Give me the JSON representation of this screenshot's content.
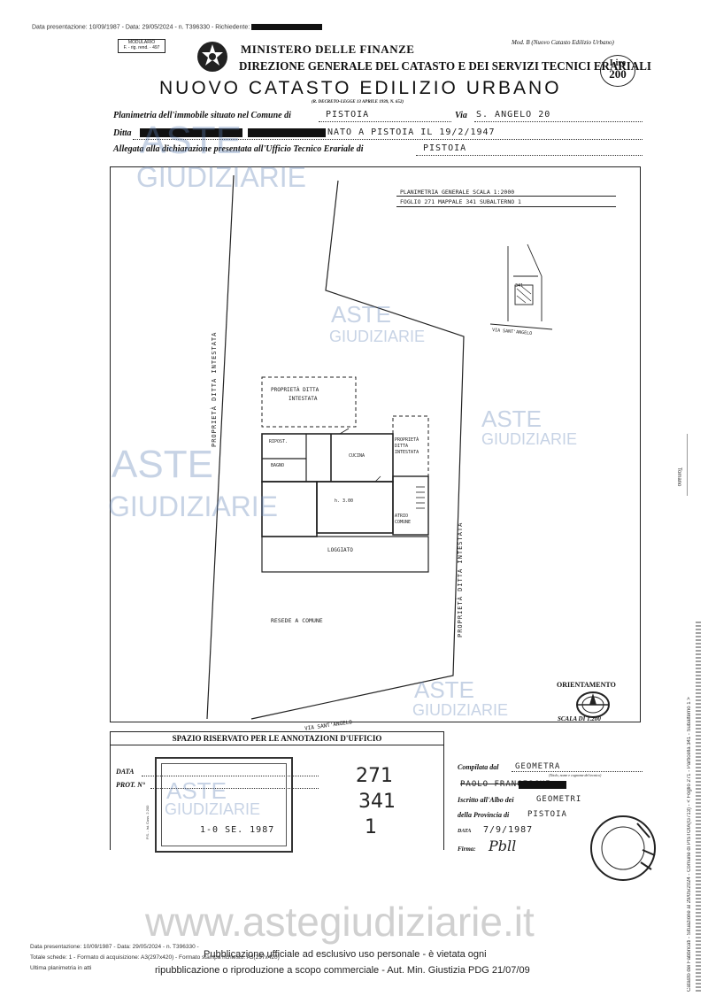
{
  "header": {
    "top_meta": "Data presentazione: 10/09/1987 - Data: 29/05/2024 - n. T396330 - Richiedente:",
    "modulario": "MODULARIO",
    "modulario_code": "F. - rig. rend. - 497",
    "ministry": "MINISTERO DELLE FINANZE",
    "direction": "DIREZIONE GENERALE DEL CATASTO E DEI SERVIZI TECNICI ERARIALI",
    "mod_b": "Mod. B (Nuovo Catasto Edilizio Urbano)",
    "lire_label": "Lire",
    "lire_value": "200",
    "title": "NUOVO CATASTO EDILIZIO URBANO",
    "decree": "(R. DECRETO-LEGGE 13 APRILE 1939, N. 652)",
    "planimetria_label": "Planimetria dell'immobile situato nel Comune di",
    "comune": "PISTOIA",
    "via_label": "Via",
    "via_value": "S. ANGELO 20",
    "ditta_label": "Ditta",
    "ditta_value": "NATO A PISTOIA IL 19/2/1947",
    "allegata_label": "Allegata alla dichiarazione presentata all'Ufficio Tecnico Erariale di",
    "ufficio": "PISTOIA"
  },
  "plan": {
    "title_line1": "PLANIMETRIA GENERALE SCALA 1:2000",
    "title_line2": "FOGLIO 271 MAPPALE 341 SUBALTERNO 1",
    "mini_parcel": "341",
    "mini_street": "VIA SANT'ANGELO",
    "side_left": "PROPRIETÀ DITTA INTESTATA",
    "side_right": "PROPRIETÀ DITTA INTESTATA",
    "top_room": "PROPRIETÀ DITTA",
    "top_room2": "INTESTATA",
    "ripost": "RIPOST.",
    "bagno": "BAGNO",
    "cucina": "CUCINA",
    "height": "h. 3.00",
    "prop_small1": "PROPRIETÀ",
    "prop_small2": "DITTA",
    "prop_small3": "INTESTATA",
    "atrio1": "ATRIO",
    "atrio2": "COMUNE",
    "loggiato": "LOGGIATO",
    "resede": "RESEDE A COMUNE",
    "street_bottom": "VIA SANT'ANGELO",
    "orientamento": "ORIENTAMENTO",
    "scala": "SCALA DI 1.200",
    "side_stamp": "Tomano"
  },
  "bottom_left": {
    "title": "SPAZIO RISERVATO PER LE ANNOTAZIONI D'UFFICIO",
    "data_label": "DATA",
    "prot_label": "PROT. N°",
    "stamp_date": "1-0 SE. 1987",
    "foglio": "271",
    "mappale": "341",
    "sub": "1"
  },
  "bottom_right": {
    "compilata": "Compilata dal",
    "compilata_value": "GEOMETRA",
    "compilata_sub": "(Titolo, nome e cognome del tecnico)",
    "tecnico": "PAOLO FRANCESCHI",
    "iscritto": "Iscritto all'Albo dei",
    "iscritto_value": "GEOMETRI",
    "provincia": "della Provincia di",
    "provincia_value": "PISTOIA",
    "data_label": "DATA",
    "data_value": "7/9/1987",
    "firma_label": "Firma:",
    "firma_value": "Pbll"
  },
  "side_vertical_text": "Catasto dei Fabbricati - Situazione al 29/05/2024 - Comune di PISTOIA(G713) - < Foglio 271 - Particella 341 - Subalterno 1 >",
  "watermarks": {
    "aste": "ASTE",
    "giudiziarie": "GIUDIZIARIE",
    "site": "www.astegiudiziarie.it"
  },
  "footer": {
    "meta1": "Data presentazione: 10/09/1987 - Data: 29/05/2024 - n. T396330 -",
    "meta2": "Totale schede: 1 - Formato di acquisizione: A3(297x420) - Formato stampa richiesto: A3(297x420)",
    "meta3": "Ultima planimetria in atti",
    "notice1": "Pubblicazione ufficiale ad esclusivo uso personale - è vietata ogni",
    "notice2": "ripubblicazione o riproduzione a scopo commerciale - Aut. Min. Giustizia PDG 21/07/09"
  }
}
